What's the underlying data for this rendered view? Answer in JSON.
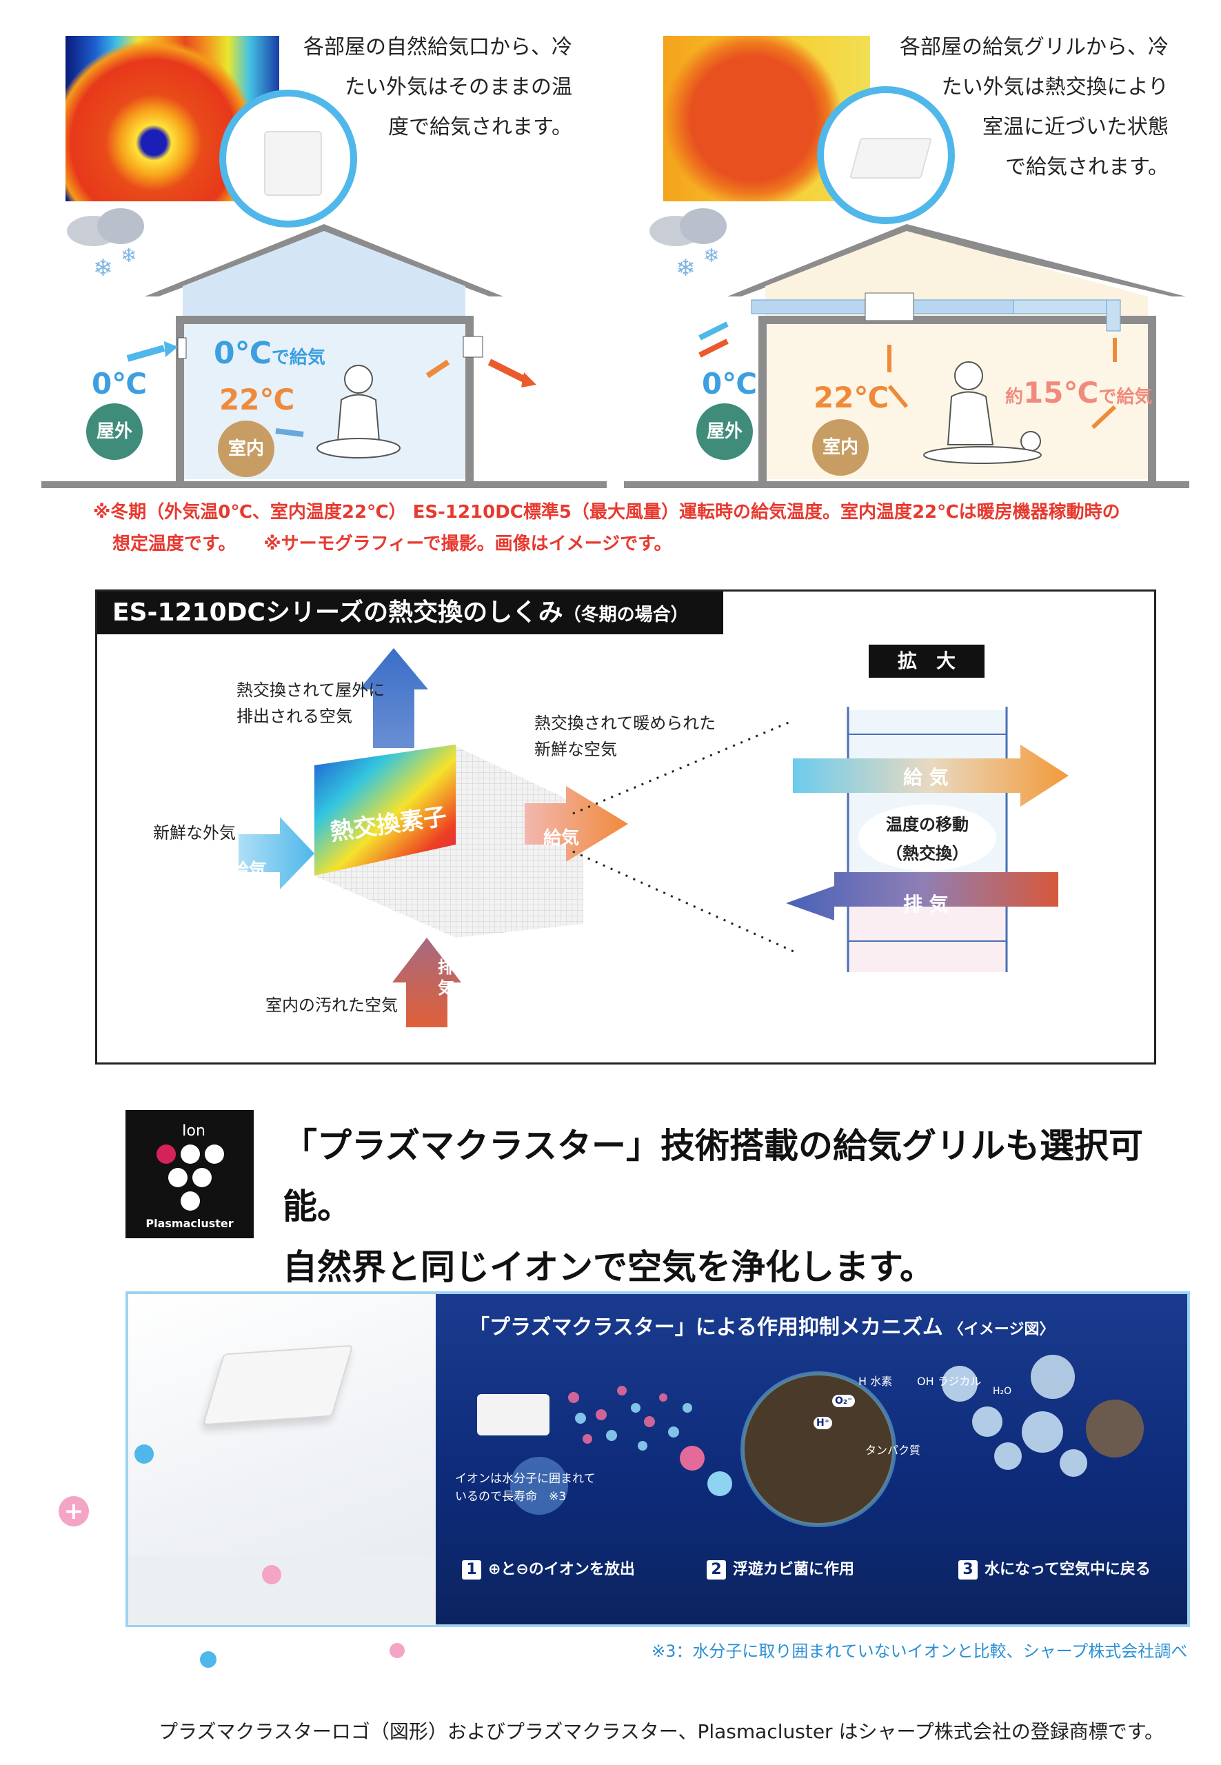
{
  "top_left": {
    "caption_lines": [
      "各部屋の自然給気口から、冷",
      "たい外気はそのままの温",
      "度で給気されます。"
    ],
    "outside_temp": "0℃",
    "outside_label": "屋外",
    "supply_temp": "0℃",
    "supply_suffix": "で給気",
    "room_temp": "22℃",
    "room_label": "室内"
  },
  "top_right": {
    "caption_lines": [
      "各部屋の給気グリルから、冷",
      "たい外気は熱交換により",
      "室温に近づいた状態",
      "で給気されます。"
    ],
    "outside_temp": "0℃",
    "outside_label": "屋外",
    "room_temp": "22℃",
    "room_label": "室内",
    "supply_prefix": "約",
    "supply_temp": "15℃",
    "supply_suffix": "で給気"
  },
  "notes": {
    "line1": "※冬期（外気温0℃、室内温度22℃） ES-1210DC標準5（最大風量）運転時の給気温度。室内温度22℃は暖房機器稼動時の",
    "line2a": "想定温度です。",
    "line2b": "※サーモグラフィーで撮影。画像はイメージです。"
  },
  "mechanism_box": {
    "title": "ES-1210DCシリーズの熱交換のしくみ",
    "title_suffix": "（冬期の場合）",
    "exhaust_out_caption_1": "熱交換されて屋外に",
    "exhaust_out_caption_2": "排出される空気",
    "exhaust_label": "排気",
    "warm_caption_1": "熱交換されて暖められた",
    "warm_caption_2": "新鮮な空気",
    "fresh_caption": "新鮮な外気",
    "supply_label": "給気",
    "element_label": "熱交換素子",
    "dirty_caption": "室内の汚れた空気",
    "zoom_label": "拡　大",
    "zoom_supply": "給 気",
    "zoom_exhaust": "排 気",
    "zoom_center_1": "温度の移動",
    "zoom_center_2": "（熱交換）"
  },
  "plasmacluster": {
    "logo_ion": "Ion",
    "logo_text": "Plasmacluster",
    "headline_1": "「プラズマクラスター」技術搭載の給気グリルも選択可能。",
    "headline_2": "自然界と同じイオンで空気を浄化します。"
  },
  "mechanism_panel": {
    "title": "「プラズマクラスター」による作用抑制メカニズム",
    "title_suffix": "〈イメージ図〉",
    "ion_note_1": "イオンは水分子に囲まれて",
    "ion_note_2": "いるので長寿命　※3",
    "label_h": "H 水素",
    "label_oh": "OH ラジカル",
    "label_protein": "タンパク質",
    "label_h2o": "H₂O",
    "label_o2": "O₂⁻",
    "label_hplus": "H⁺",
    "steps": [
      {
        "num": "1",
        "text": "⊕と⊖のイオンを放出"
      },
      {
        "num": "2",
        "text": "浮遊カビ菌に作用"
      },
      {
        "num": "3",
        "text": "水になって空気中に戻る"
      }
    ]
  },
  "footnote_3": "※3：水分子に取り囲まれていないイオンと比較、シャープ株式会社調べ",
  "trademark": "プラズマクラスターロゴ（図形）およびプラズマクラスター、Plasmacluster はシャープ株式会社の登録商標です。",
  "colors": {
    "blue": "#4fb7ea",
    "outside_badge": "#3f8c7a",
    "room_badge": "#c89d63",
    "red_note": "#e8392f",
    "orange": "#ef8a3a"
  }
}
